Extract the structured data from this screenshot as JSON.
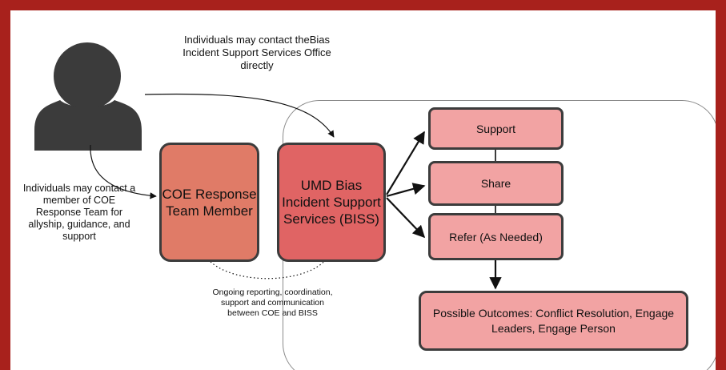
{
  "nodes": {
    "coe": "COE Response Team Member",
    "biss": "UMD Bias Incident Support Services (BISS)",
    "support": "Support",
    "share": "Share",
    "refer": "Refer (As Needed)",
    "outcomes": "Possible Outcomes: Conflict Resolution, Engage Leaders, Engage Person"
  },
  "notes": {
    "top": "Individuals may contact theBias Incident Support Services Office directly",
    "left": "Individuals may contact a member of COE Response Team for allyship, guidance, and support",
    "bottom": "Ongoing reporting, coordination, support and communication between COE and BISS"
  },
  "icons": {
    "person": "person-icon"
  },
  "colors": {
    "frame": "#a8211c",
    "coe_fill": "#e07b67",
    "biss_fill": "#e06464",
    "action_fill": "#f2a3a3",
    "person": "#3b3b3b"
  }
}
